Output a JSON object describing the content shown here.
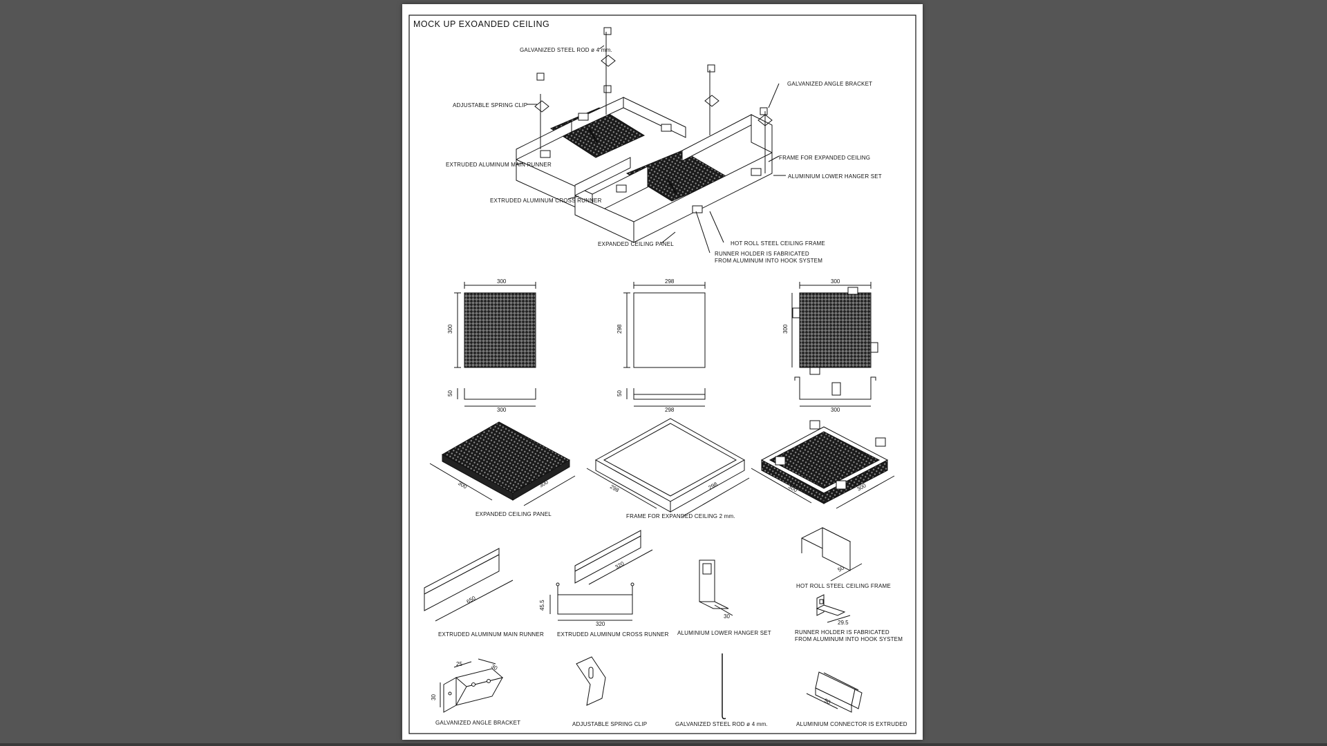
{
  "document": {
    "title": "MOCK UP EXOANDED CEILING"
  },
  "callouts": {
    "rod": "GALVANIZED STEEL ROD ø 4 mm.",
    "spring_clip": "ADJUSTABLE SPRING CLIP",
    "angle_bracket": "GALVANIZED ANGLE BRACKET",
    "main_runner": "EXTRUDED ALUMINUM MAIN RUNNER",
    "frame": "FRAME FOR EXPANDED CEILING",
    "lower_hanger": "ALUMINIUM LOWER HANGER SET",
    "cross_runner": "EXTRUDED ALUMINUM CROSS RUNNER",
    "panel": "EXPANDED CEILING PANEL",
    "hot_roll": "HOT ROLL STEEL CEILING FRAME",
    "runner_holder_1": "RUNNER HOLDER IS FABRICATED",
    "runner_holder_2": "FROM ALUMINUM INTO HOOK SYSTEM"
  },
  "dims": {
    "d300": "300",
    "d298": "298",
    "d50": "50",
    "d650": "650",
    "d320": "320",
    "d30": "30",
    "d45_5": "45.5",
    "d29_5": "29.5",
    "d25": "25"
  },
  "captions": {
    "panel": "EXPANDED CEILING PANEL",
    "frame": "FRAME FOR EXPANDED CEILING 2 mm.",
    "main_runner": "EXTRUDED ALUMINUM MAIN RUNNER",
    "cross_runner": "EXTRUDED ALUMINUM CROSS RUNNER",
    "lower_hanger": "ALUMINIUM LOWER HANGER SET",
    "hot_roll": "HOT ROLL STEEL CEILING FRAME",
    "runner_holder_1": "RUNNER HOLDER IS FABRICATED",
    "runner_holder_2": "FROM ALUMINUM INTO HOOK SYSTEM",
    "angle_bracket": "GALVANIZED ANGLE BRACKET",
    "spring_clip": "ADJUSTABLE SPRING CLIP",
    "rod": "GALVANIZED STEEL ROD ø 4 mm.",
    "connector": "ALUMINIUM CONNECTOR IS EXTRUDED"
  }
}
